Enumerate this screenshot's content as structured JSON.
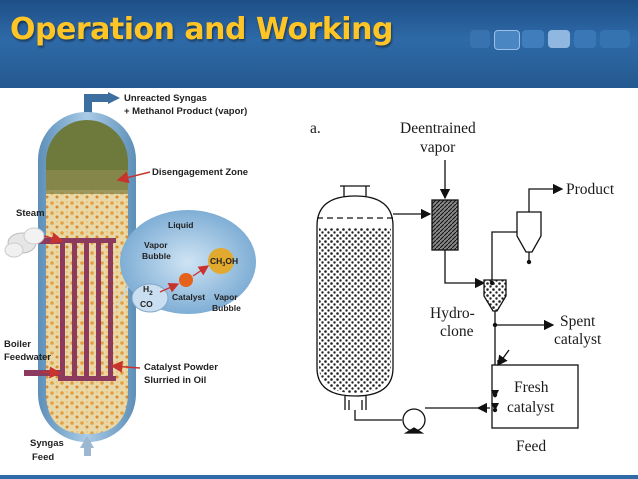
{
  "slide": {
    "title": "Operation and Working",
    "colors": {
      "header": "#2e6aa8",
      "title": "#ffc425"
    }
  },
  "left_diagram": {
    "top_label_1": "Unreacted Syngas",
    "top_label_2": "+ Methanol Product (vapor)",
    "disengagement_zone": "Disengagement Zone",
    "steam": "Steam",
    "liquid": "Liquid",
    "vapor_bubble_1": "Vapor",
    "vapor_bubble_2": "Bubble",
    "h2": "H",
    "h2_sub": "2",
    "co": "CO",
    "ch3oh_1": "CH",
    "ch3oh_sub": "3",
    "ch3oh_2": "OH",
    "catalyst": "Catalyst",
    "vapor_bubble_r1": "Vapor",
    "vapor_bubble_r2": "Bubble",
    "boiler_1": "Boiler",
    "boiler_2": "Feedwater",
    "catalyst_powder_1": "Catalyst Powder",
    "catalyst_powder_2": "Slurried in Oil",
    "syngas_1": "Syngas",
    "syngas_2": "Feed"
  },
  "right_diagram": {
    "panel_label": "a.",
    "deentrained_1": "Deentrained",
    "deentrained_2": "vapor",
    "product": "Product",
    "hydroclone_1": "Hydro-",
    "hydroclone_2": "clone",
    "spent_1": "Spent",
    "spent_2": "catalyst",
    "fresh_1": "Fresh",
    "fresh_2": "catalyst",
    "feed": "Feed"
  }
}
